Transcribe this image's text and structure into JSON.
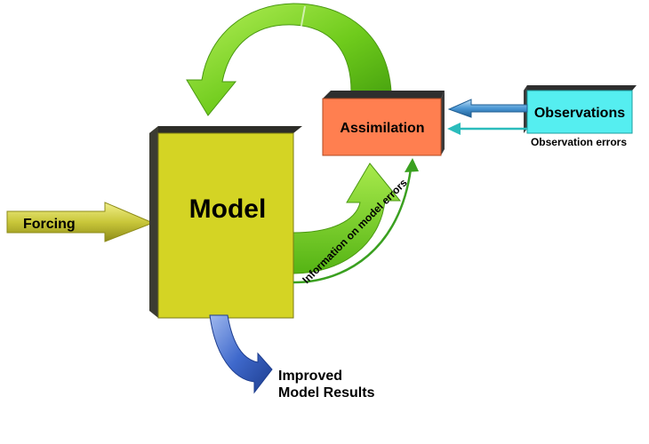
{
  "diagram": {
    "nodes": {
      "model": {
        "label": "Model"
      },
      "assimilation": {
        "label": "Assimilation"
      },
      "observations": {
        "label": "Observations"
      }
    },
    "inputs": {
      "forcing": {
        "label": "Forcing"
      }
    },
    "annotations": {
      "observation_errors": "Observation errors",
      "model_errors": "Information on model errors"
    },
    "outputs": {
      "improved_results_line1": "Improved",
      "improved_results_line2": "Model Results"
    }
  },
  "colors": {
    "model_face": "#d4d424",
    "model_side": "#3c3c32",
    "assimilation_face": "#ff7f50",
    "assimilation_side": "#3a3a3a",
    "observations_face": "#55eef0",
    "observations_side": "#3a3a3a",
    "cycle_green": "#7bd61e",
    "forcing_olive": "#c8c63a",
    "output_blue": "#3b66c8",
    "obs_arrow_blue": "#3d8fd0",
    "obs_error_teal": "#2bbcbc",
    "model_error_green": "#3aa020"
  }
}
